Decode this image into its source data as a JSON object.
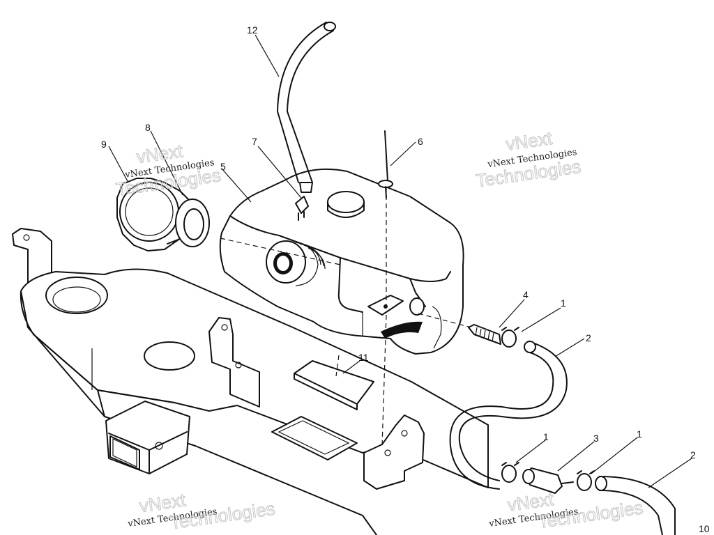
{
  "diagram": {
    "callouts": [
      "12",
      "8",
      "9",
      "7",
      "5",
      "6",
      "4",
      "1",
      "2",
      "11",
      "1",
      "3",
      "1",
      "2"
    ],
    "page_number": "10"
  },
  "watermark": {
    "line1": "vNext Technologies",
    "line2_a": "vNext",
    "line2_b": "Technologies",
    "color": "#c9c9c9"
  }
}
